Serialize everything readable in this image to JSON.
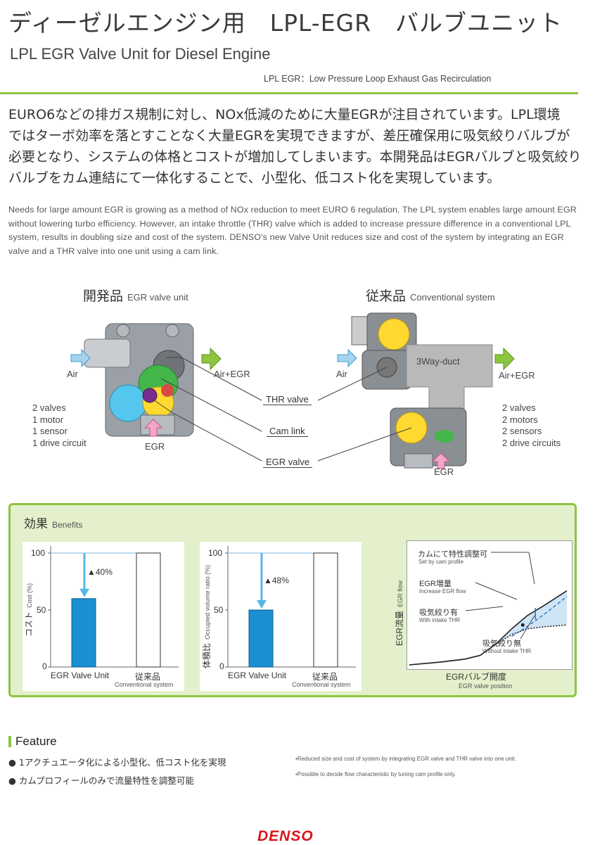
{
  "header": {
    "title_jp": "ディーゼルエンジン用　LPL-EGR　バルブユニット",
    "title_en": "LPL EGR Valve Unit for Diesel Engine",
    "definition": "LPL EGR：Low Pressure Loop Exhaust Gas Recirculation"
  },
  "description": {
    "jp_lines": [
      "EURO6などの排ガス規制に対し、NOx低減のために大量EGRが注目されています。LPL環境",
      "ではターボ効率を落とすことなく大量EGRを実現できますが、差圧確保用に吸気絞りバルブが",
      "必要となり、システムの体格とコストが増加してしまいます。本開発品はEGRバルブと吸気絞り",
      "バルブをカム連結にて一体化することで、小型化、低コスト化を実現しています。"
    ],
    "en": "Needs for large amount EGR is growing as a method of NOx reduction to meet EURO 6 regulation. The LPL system enables large amount EGR without lowering  turbo efficiency. However, an intake throttle (THR) valve which is added to increase pressure difference in a conventional LPL system, results in doubling size and cost of the system. DENSO's new Valve Unit reduces size and cost of the system by integrating an EGR valve and a THR valve into one unit using a cam link."
  },
  "comparison": {
    "developed": {
      "title_jp": "開発品",
      "title_en": "EGR valve unit",
      "air": "Air",
      "air_egr": "Air+EGR",
      "egr": "EGR",
      "specs": [
        "2 valves",
        "1 motor",
        "1 sensor",
        "1 drive circuit"
      ]
    },
    "conventional": {
      "title_jp": "従来品",
      "title_en": "Conventional system",
      "air": "Air",
      "air_egr": "Air+EGR",
      "egr": "EGR",
      "duct": "3Way-duct",
      "specs": [
        "2 valves",
        "2 motors",
        "2 sensors",
        "2 drive circuits"
      ]
    },
    "callouts": [
      "THR valve",
      "Cam link",
      "EGR valve"
    ]
  },
  "benefits": {
    "title_jp": "効果",
    "title_en": "Benefits",
    "colors": {
      "accent": "#8cc63f",
      "bar": "#1a8fd2",
      "panel": "#e3f0cb"
    }
  },
  "chart_data": [
    {
      "type": "bar",
      "categories": [
        "EGR Valve Unit",
        "従来品"
      ],
      "category_sub": [
        "",
        "Conventional system"
      ],
      "values": [
        60,
        100
      ],
      "ylabel_jp": "コスト",
      "ylabel_en": "Cost (%)",
      "ylim": [
        0,
        100
      ],
      "yticks": [
        0,
        50,
        100
      ],
      "annotation": "▲40%"
    },
    {
      "type": "bar",
      "categories": [
        "EGR Valve Unit",
        "従来品"
      ],
      "category_sub": [
        "",
        "Conventional system"
      ],
      "values": [
        50,
        100
      ],
      "ylabel_jp": "体積比",
      "ylabel_en": "Occupied volume ratio (%)",
      "ylim": [
        0,
        100
      ],
      "yticks": [
        0,
        50,
        100
      ],
      "annotation": "▲48%"
    },
    {
      "type": "line",
      "xlabel_jp": "EGRバルブ開度",
      "xlabel_en": "EGR valve position",
      "ylabel_jp": "EGR流量",
      "ylabel_en": "EGR flow",
      "series": [
        {
          "name": "吸気絞り有",
          "name_en": "With intake THR",
          "x": [
            0,
            20,
            35,
            45,
            55,
            65,
            75,
            85,
            100
          ],
          "y": [
            0,
            3,
            6,
            10,
            22,
            38,
            52,
            62,
            78
          ]
        },
        {
          "name": "吸気絞り無",
          "name_en": "Without intake THR",
          "x": [
            0,
            20,
            35,
            45,
            55,
            65,
            75,
            85,
            100
          ],
          "y": [
            0,
            3,
            6,
            10,
            22,
            32,
            38,
            40,
            42
          ]
        }
      ],
      "annotations": [
        {
          "jp": "カムにて特性調整可",
          "en": "Set by cam profile"
        },
        {
          "jp": "EGR増量",
          "en": "Increase EGR flow"
        }
      ]
    }
  ],
  "features": {
    "title": "Feature",
    "jp": [
      "1アクチュエータ化による小型化、低コスト化を実現",
      "カムプロフィールのみで流量特性を調整可能"
    ],
    "en": [
      "•Reduced size and cost of system by integrating EGR valve and THR valve into one unit.",
      "•Possible to decide flow characteristic by tuning cam profile only."
    ]
  },
  "footer": {
    "logo": "DENSO"
  }
}
